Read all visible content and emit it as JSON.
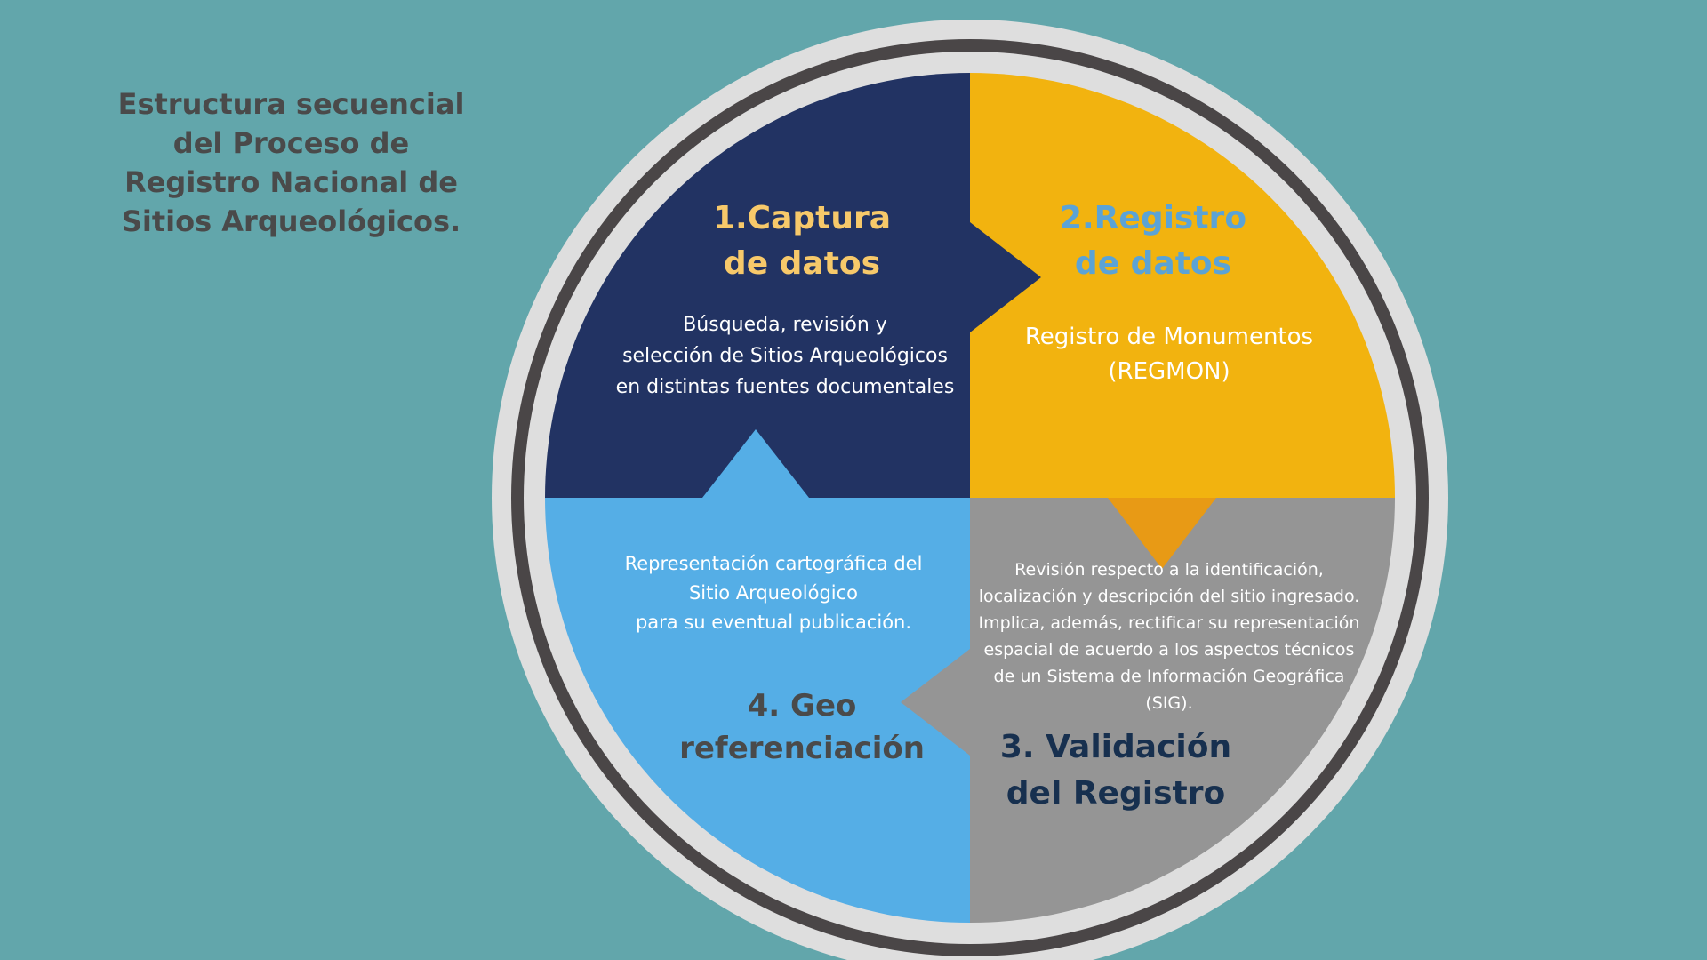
{
  "title": "Estructura secuencial\ndel Proceso de\nRegistro Nacional de\nSitios Arqueológicos.",
  "colors": {
    "background": "#62a6ab",
    "step1": "#223363",
    "step2": "#f2b30f",
    "step3": "#959595",
    "step4": "#55aee6",
    "arrow2to3": "#e89a15",
    "ring_outer": "#dedede",
    "ring_dark": "#4a4647"
  },
  "steps": [
    {
      "heading": "1.Captura\nde datos",
      "description": "Búsqueda, revisión y\nselección de Sitios Arqueológicos\nen distintas fuentes documentales",
      "heading_color": "#f7c96a"
    },
    {
      "heading": "2.Registro\nde datos",
      "description": "Registro de Monumentos\n(REGMON)",
      "heading_color": "#5ba3d6"
    },
    {
      "heading": "3. Validación\ndel Registro",
      "description": "Revisión respecto a la identificación,\nlocalización y descripción del sitio ingresado.\nImplica, además, rectificar su representación\nespacial de acuerdo a los aspectos técnicos\nde un Sistema de Información Geográfica\n(SIG).",
      "heading_color": "#17304f"
    },
    {
      "heading": "4. Geo\nreferenciación",
      "description": "Representación cartográfica del\nSitio Arqueológico\npara su eventual publicación.",
      "heading_color": "#4a4a4a"
    }
  ]
}
